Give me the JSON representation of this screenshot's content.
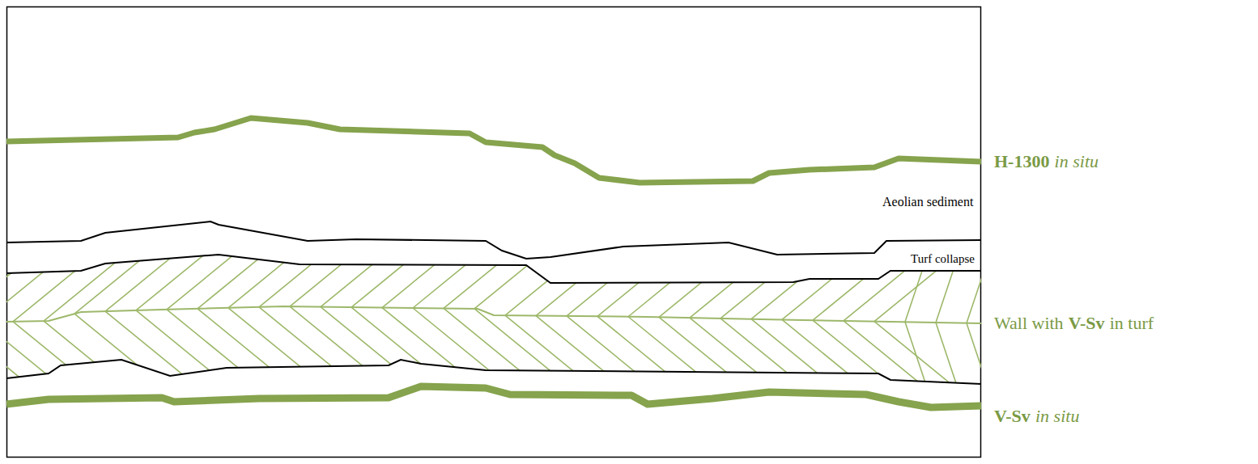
{
  "diagram": {
    "labels": [
      "H-1300",
      "in situ",
      "Aeolian sediment",
      "Turf collapse",
      "Wall with",
      "V-Sv",
      "in turf",
      "V-Sv",
      "in situ"
    ]
  }
}
